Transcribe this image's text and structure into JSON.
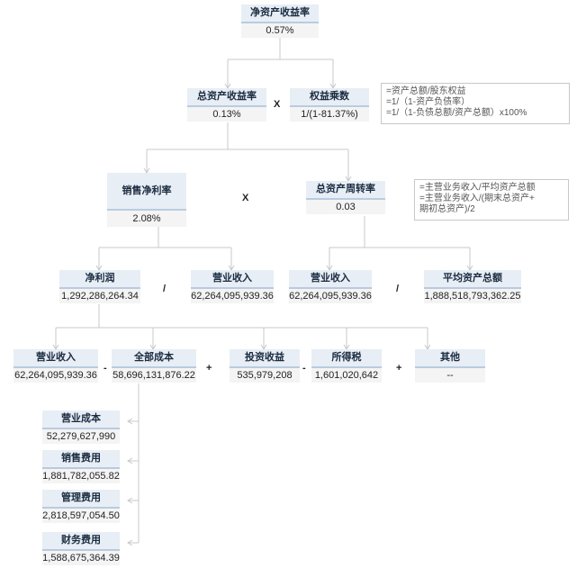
{
  "nodes": {
    "roe": {
      "label": "净资产收益率",
      "value": "0.57%"
    },
    "roa": {
      "label": "总资产收益率",
      "value": "0.13%"
    },
    "equity_multiplier": {
      "label": "权益乘数",
      "value": "1/(1-81.37%)"
    },
    "net_margin": {
      "label": "销售净利率",
      "value": "2.08%"
    },
    "asset_turnover": {
      "label": "总资产周转率",
      "value": "0.03"
    },
    "net_profit": {
      "label": "净利润",
      "value": "1,292,286,264.34"
    },
    "revenue_a": {
      "label": "营业收入",
      "value": "62,264,095,939.36"
    },
    "revenue_b": {
      "label": "营业收入",
      "value": "62,264,095,939.36"
    },
    "avg_total_assets": {
      "label": "平均资产总额",
      "value": "1,888,518,793,362.25"
    },
    "revenue_c": {
      "label": "营业收入",
      "value": "62,264,095,939.36"
    },
    "total_cost": {
      "label": "全部成本",
      "value": "58,696,131,876.22"
    },
    "investment_income": {
      "label": "投资收益",
      "value": "535,979,208"
    },
    "income_tax": {
      "label": "所得税",
      "value": "1,601,020,642"
    },
    "other": {
      "label": "其他",
      "value": "--"
    },
    "operating_cost": {
      "label": "营业成本",
      "value": "52,279,627,990"
    },
    "selling_expense": {
      "label": "销售费用",
      "value": "1,881,782,055.82"
    },
    "admin_expense": {
      "label": "管理费用",
      "value": "2,818,597,054.50"
    },
    "finance_expense": {
      "label": "财务费用",
      "value": "1,588,675,364.39"
    }
  },
  "operators": {
    "times_1": "X",
    "times_2": "X",
    "divide_1": "/",
    "divide_2": "/",
    "minus_1": "-",
    "plus_1": "+",
    "minus_2": "-",
    "plus_2": "+"
  },
  "notes": {
    "equity_multiplier_formula": [
      "=资产总额/股东权益",
      "=1/（1-资产负债率）",
      "=1/（1-负债总额/资产总额）x100%"
    ],
    "asset_turnover_formula": [
      "=主营业务收入/平均资产总额",
      "=主营业务收入/(期末总资产+",
      "期初总资产)/2"
    ]
  },
  "colors": {
    "label_bg": "#e8eef5",
    "label_border": "#b9cbe0",
    "value_bg": "#f4f4f4",
    "connector": "#c8c8c8"
  }
}
